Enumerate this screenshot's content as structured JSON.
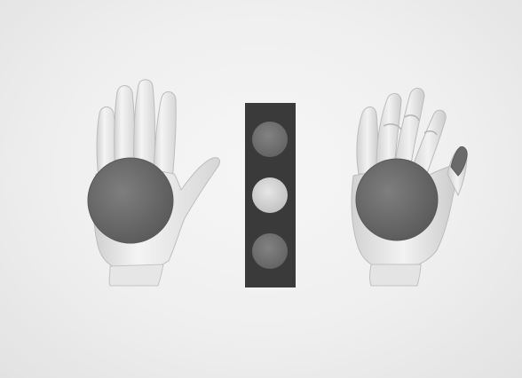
{
  "scene": {
    "background_color": "#efefef",
    "left_hand": {
      "orientation": "palm-facing",
      "skin_color": "#e8e8e8",
      "disc_color": "#6e6e6e"
    },
    "right_hand": {
      "orientation": "palm-facing-curled-fingers",
      "skin_color": "#e4e4e4",
      "disc_color": "#6e6e6e",
      "fingertip_color": "#6a6a6a"
    },
    "indicator_panel": {
      "panel_color": "#3a3a3a",
      "lights": [
        {
          "position": "top",
          "color": "#747474"
        },
        {
          "position": "middle",
          "color": "#d4d4d4"
        },
        {
          "position": "bottom",
          "color": "#6f6f6f"
        }
      ]
    }
  }
}
